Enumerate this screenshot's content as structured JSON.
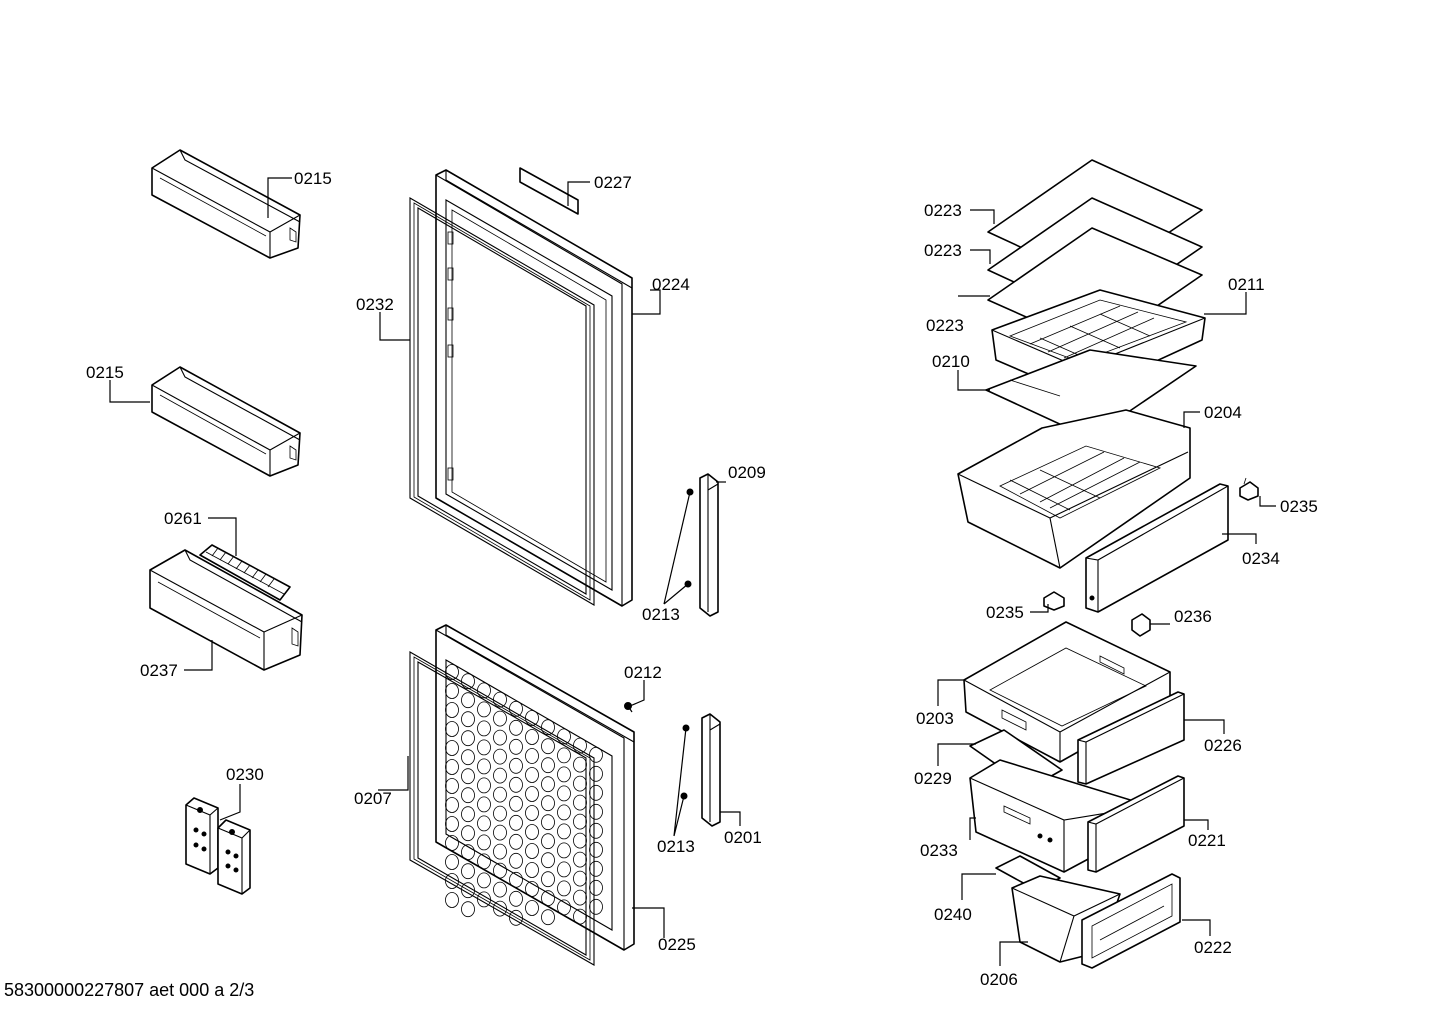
{
  "document_id": "58300000227807 aet 000 a 2/3",
  "part_labels": {
    "p0215a": "0215",
    "p0215b": "0215",
    "p0261": "0261",
    "p0237": "0237",
    "p0230": "0230",
    "p0227": "0227",
    "p0232": "0232",
    "p0224": "0224",
    "p0209": "0209",
    "p0213a": "0213",
    "p0212": "0212",
    "p0207": "0207",
    "p0213b": "0213",
    "p0201": "0201",
    "p0225": "0225",
    "p0223a": "0223",
    "p0223b": "0223",
    "p0223c": "0223",
    "p0211": "0211",
    "p0210": "0210",
    "p0204": "0204",
    "p0235a": "0235",
    "p0234": "0234",
    "p0235b": "0235",
    "p0236": "0236",
    "p0203": "0203",
    "p0226": "0226",
    "p0229": "0229",
    "p0233": "0233",
    "p0221": "0221",
    "p0240": "0240",
    "p0222": "0222",
    "p0206": "0206"
  }
}
